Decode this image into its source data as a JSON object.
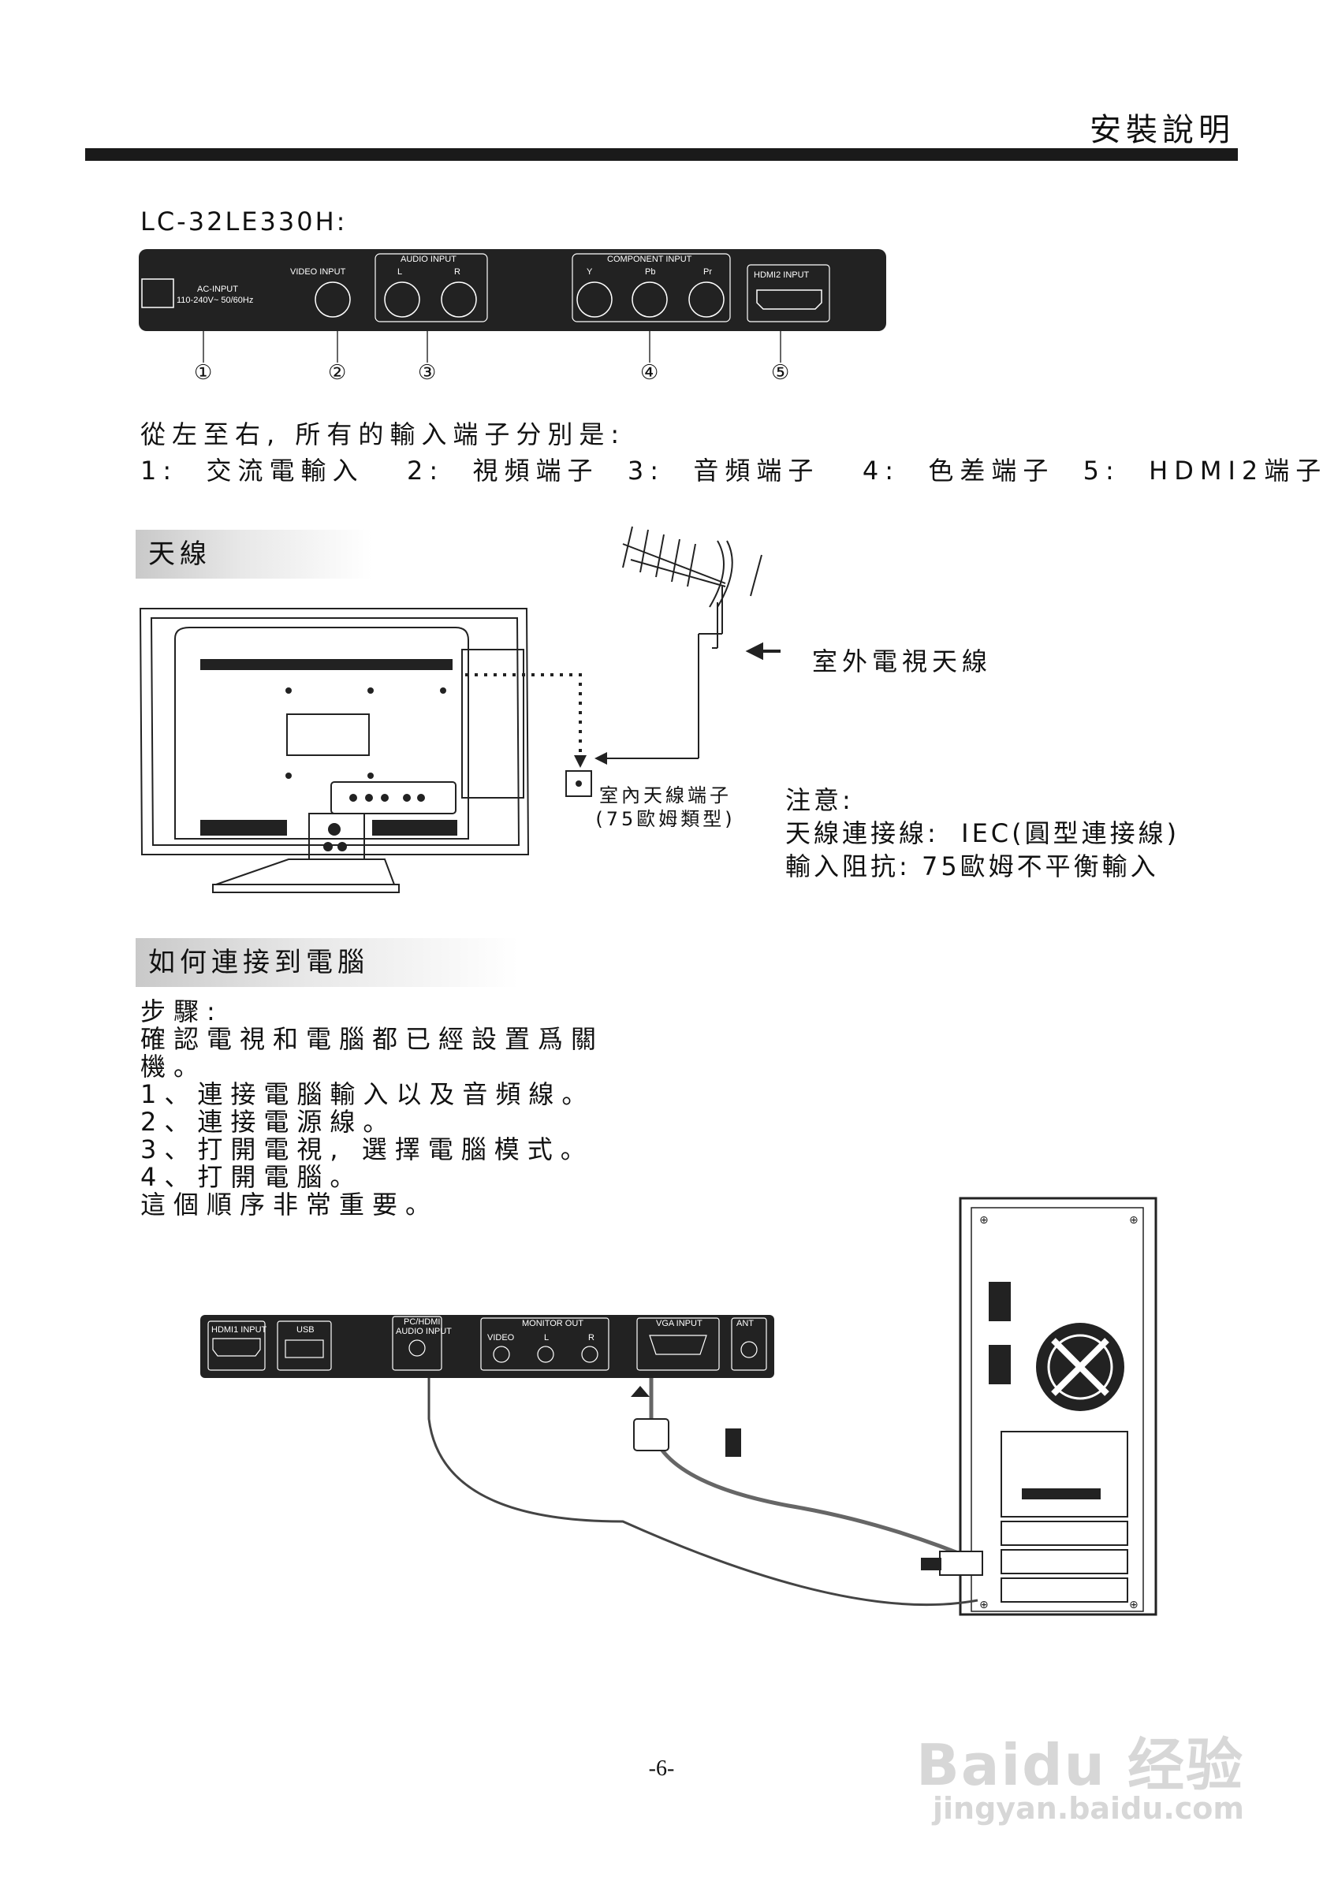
{
  "header": {
    "title": "安裝說明"
  },
  "model": "LC-32LE330H:",
  "rear_panel": {
    "ac_input": "AC-INPUT",
    "ac_rating": "110-240V~  50/60Hz",
    "video_input": "VIDEO INPUT",
    "audio_input": "AUDIO INPUT",
    "audio_l": "L",
    "audio_r": "R",
    "component_input": "COMPONENT INPUT",
    "comp_y": "Y",
    "comp_pb": "Pb",
    "comp_pr": "Pr",
    "hdmi2_input": "HDMI2 INPUT"
  },
  "callouts": [
    "①",
    "②",
    "③",
    "④",
    "⑤"
  ],
  "inputs_intro": "從左至右, 所有的輸入端子分別是:",
  "inputs_list": "1:  交流電輸入   2:  視頻端子  3:  音頻端子   4:  色差端子  5:  HDMI2端子",
  "antenna_section": {
    "title": "天線",
    "outdoor_label": "室外電視天線",
    "jack_label_1": "室內天線端子",
    "jack_label_2": "(75歐姆類型)",
    "note_title": "注意:",
    "note_line_1": "天線連接線:  IEC(圓型連接線)",
    "note_line_2": "輸入阻抗: 75歐姆不平衡輸入"
  },
  "pc_section": {
    "title": "如何連接到電腦",
    "steps_title": "步驟:",
    "step_intro_1": "確認電視和電腦都已經設置爲關",
    "step_intro_2": "機。",
    "step_1": "1、連接電腦輸入以及音頻線。",
    "step_2": "2、連接電源線。",
    "step_3": "3、打開電視, 選擇電腦模式。",
    "step_4": "4、打開電腦。",
    "step_end": "這個順序非常重要。"
  },
  "side_panel": {
    "hdmi1_input": "HDMI1 INPUT",
    "usb": "USB",
    "pc_hdmi": "PC/HDMI",
    "audio_input": "AUDIO INPUT",
    "monitor_out": "MONITOR OUT",
    "video": "VIDEO",
    "l": "L",
    "r": "R",
    "vga_input": "VGA INPUT",
    "ant": "ANT"
  },
  "page_number": "-6-",
  "watermark": {
    "brand": "Baidu 经验",
    "url": "jingyan.baidu.com"
  }
}
